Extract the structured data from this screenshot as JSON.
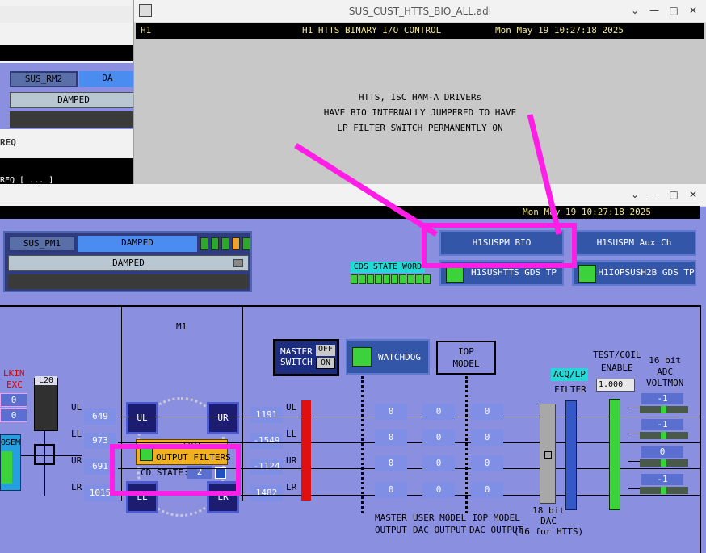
{
  "bg_window": {
    "sus_button": "SUS_RM2",
    "state_field": "DA",
    "state_menu": "DAMPED",
    "req_label": "REQ",
    "req_text": "REQ [ ... ]"
  },
  "top_window": {
    "title": "SUS_CUST_HTTS_BIO_ALL.adl",
    "header_left": "H1",
    "header_center": "H1 HTTS BINARY I/O CONTROL",
    "header_right": "Mon May 19 10:27:18 2025",
    "notice_lines": [
      "HTTS, ISC HAM-A DRIVERs",
      "HAVE BIO INTERNALLY JUMPERED TO HAVE",
      "LP FILTER SWITCH PERMANENTLY ON"
    ]
  },
  "main_window": {
    "header_right": "Mon May 19 10:27:18 2025",
    "sus_button": "SUS_PM1",
    "state_field": "DAMPED",
    "state_menu": "DAMPED",
    "bio_button": "H1SUSPM BIO",
    "aux_button": "H1SUSPM Aux Ch",
    "gds_tp_button": "H1SUSHTTS GDS TP",
    "iop_gds_button": "H1IOPSUSH2B GDS TP",
    "cds_state_word": "CDS STATE WORD",
    "m1_label": "M1",
    "lkin_label": "LKIN",
    "exc_label": "EXC",
    "lkin_values": [
      "0",
      "0"
    ],
    "l20_label": "L20",
    "osem_label": "OSEM",
    "dof_labels": [
      "UL",
      "LL",
      "UR",
      "LR"
    ],
    "input_values": [
      "649",
      "973",
      "691",
      "1015"
    ],
    "quads": [
      "UL",
      "UR",
      "LL",
      "LR"
    ],
    "coil_label": "COIL",
    "output_filters": "OUTPUT FILTERS",
    "cd_state_label": "CD STATE:",
    "cd_state_value": "2",
    "drive_values": [
      "1191",
      "-1549",
      "-1124",
      "1482"
    ],
    "master_switch_label": "MASTER\nSWITCH",
    "master_off": "OFF",
    "master_on": "ON",
    "watchdog_label": "WATCHDOG",
    "iop_model_label": "IOP\nMODEL",
    "zero_columns": [
      [
        "0",
        "0",
        "0",
        "0"
      ],
      [
        "0",
        "0",
        "0",
        "0"
      ],
      [
        "0",
        "0",
        "0",
        "0"
      ]
    ],
    "bottom_labels": [
      "MASTER\nOUTPUT",
      "USER MODEL\nDAC OUTPUT",
      "IOP MODEL\nDAC OUTPUT"
    ],
    "dac_label": "18 bit\nDAC\n(16 for HTTS)",
    "acq_lp": "ACQ/LP",
    "filter_label": "FILTER",
    "test_coil_enable": "TEST/COIL\nENABLE",
    "test_coil_value": "1.000",
    "adc_label": "16 bit\nADC\nVOLTMON",
    "voltmon_values": [
      "-1",
      "-1",
      "0",
      "-1"
    ]
  },
  "colors": {
    "medm_bg": "#8a8fe0",
    "annotation_magenta": "#ff1ee6",
    "led_green": "#3cd23c",
    "led_orange": "#f0a030",
    "drive_red": "#e01010"
  }
}
